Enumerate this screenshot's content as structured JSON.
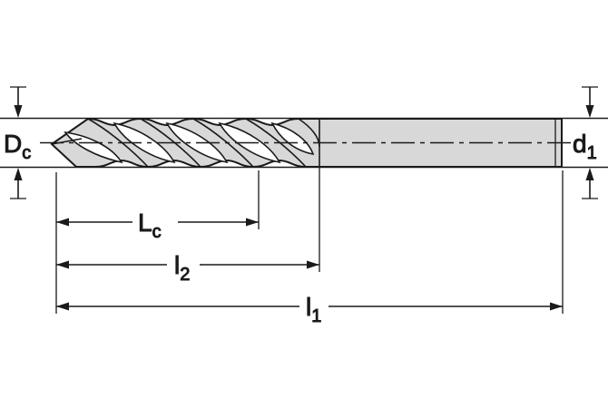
{
  "diagram": {
    "labels": {
      "cutting_diameter": {
        "main": "D",
        "sub": "c"
      },
      "shank_diameter": {
        "main": "d",
        "sub": "1"
      },
      "flute_length": {
        "main": "L",
        "sub": "c"
      },
      "length_l2": {
        "main": "l",
        "sub": "2"
      },
      "overall_length": {
        "main": "l",
        "sub": "1"
      }
    },
    "colors": {
      "line": "#1a1a1a",
      "body_fill": "#d8d8d8",
      "flute_fill": "#ffffff",
      "background": "#ffffff"
    }
  }
}
